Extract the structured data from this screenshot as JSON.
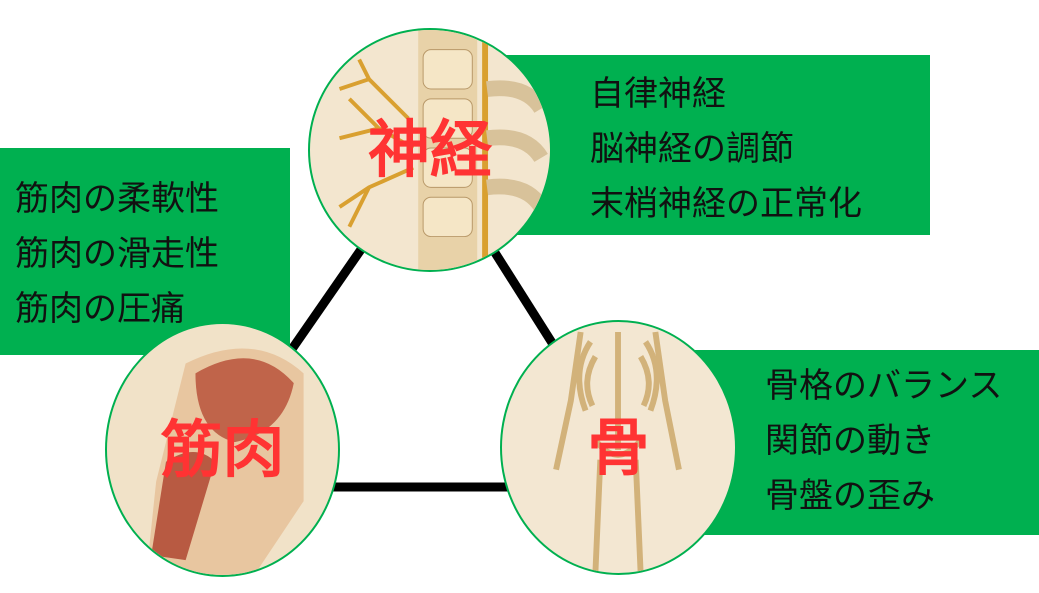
{
  "nerve": {
    "title": "神経",
    "items": [
      "自律神経",
      "脳神経の調節",
      "末梢神経の正常化"
    ]
  },
  "muscle": {
    "title": "筋肉",
    "items": [
      "筋肉の柔軟性",
      "筋肉の滑走性",
      "筋肉の圧痛"
    ]
  },
  "bone": {
    "title": "骨",
    "items": [
      "骨格のバランス",
      "関節の動き",
      "骨盤の歪み"
    ]
  },
  "colors": {
    "box": "#00b050",
    "label": "#ff3333",
    "line": "#000000"
  }
}
